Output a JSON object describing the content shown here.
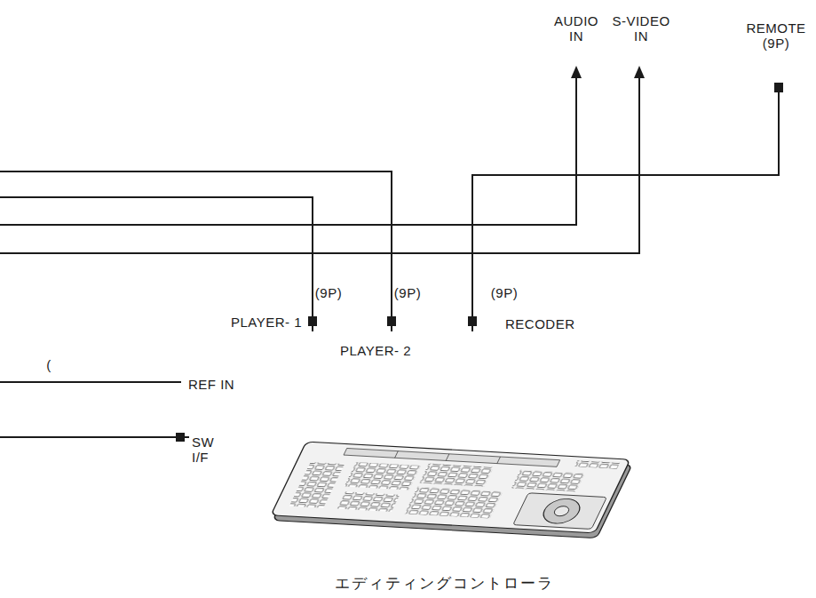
{
  "diagram": {
    "labels": [
      "AUDIO IN",
      "S-VIDEO IN",
      "REMOTE (9P)",
      "(9P)",
      "(9P)",
      "(9P)",
      "PLAYER- 1",
      "PLAYER- 2",
      "RECODER",
      "REF IN",
      "SW I/F",
      "(",
      "エディティングコントローラ"
    ]
  }
}
